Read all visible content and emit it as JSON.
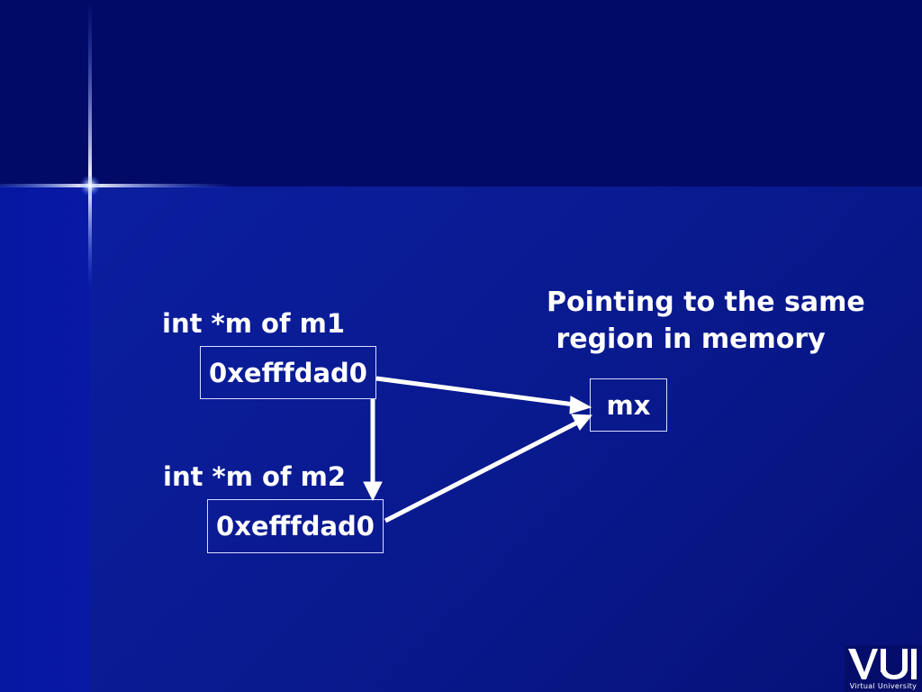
{
  "diagram": {
    "m1_label": "int *m of m1",
    "m1_value": "0xefffdad0",
    "m2_label": "int *m of m2",
    "m2_value": "0xefffdad0",
    "target": "mx",
    "note_line1": "Pointing to the same",
    "note_line2": " region in memory"
  },
  "logo": {
    "caption": "Virtual University"
  },
  "colors": {
    "background": "#0a1a9c",
    "header_band": "#020a68",
    "text": "#ffffff",
    "box_border": "#d8dcff"
  }
}
